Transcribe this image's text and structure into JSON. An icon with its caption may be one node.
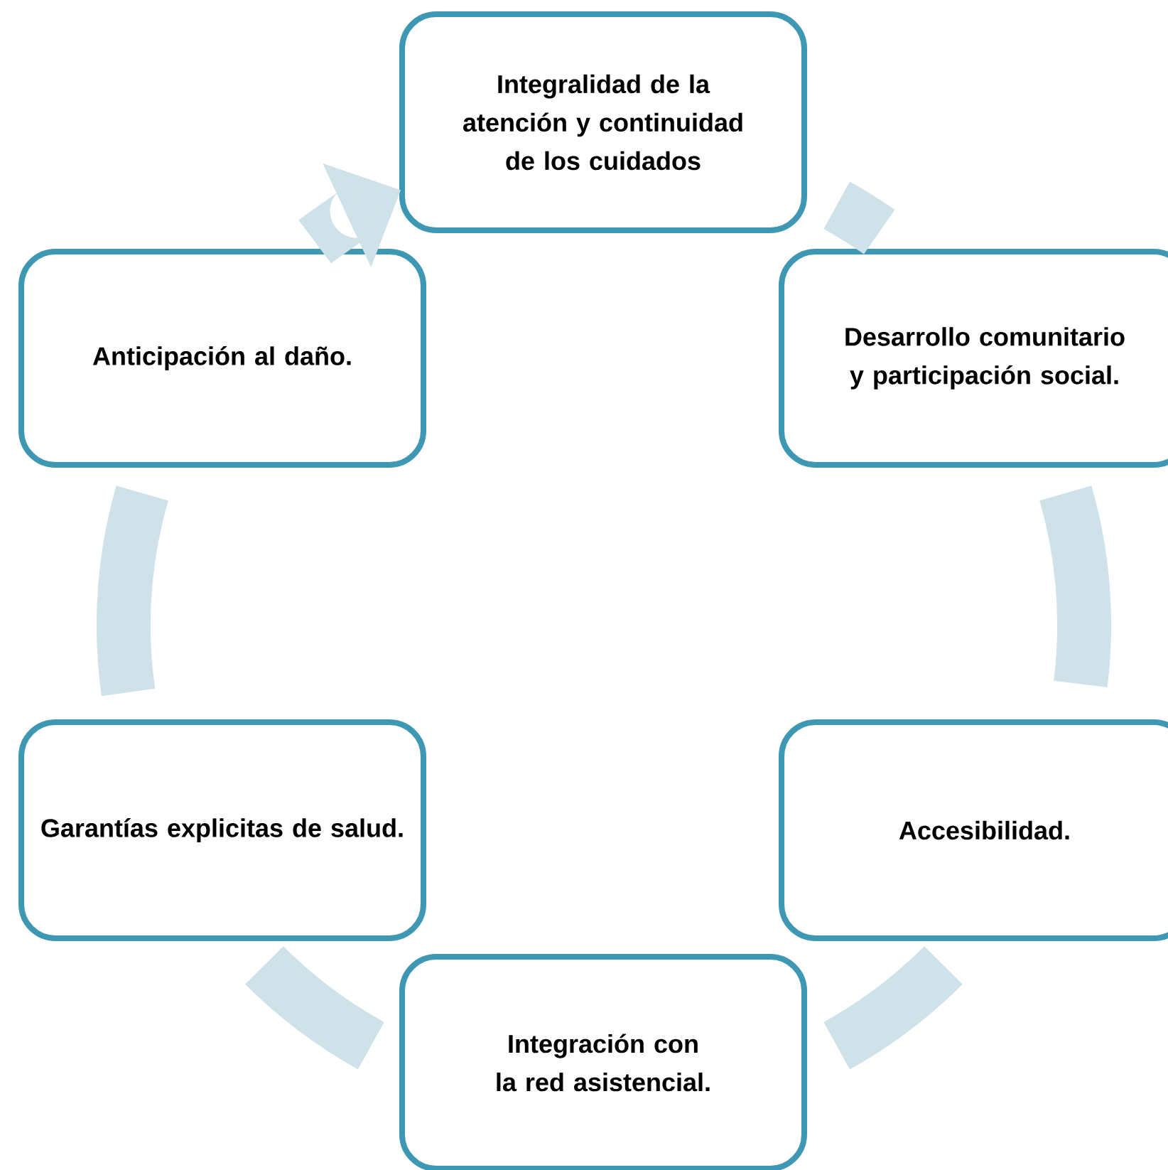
{
  "diagram": {
    "nodes": [
      {
        "text": [
          "Integralidad de la atención y continuidad de los cuidados"
        ]
      },
      {
        "text": [
          "Desarrollo comunitario y participación social."
        ]
      },
      {
        "text": [
          "Accesibilidad."
        ]
      },
      {
        "text": [
          "Integración con la red asistencial."
        ]
      },
      {
        "text": [
          "Garantías explicitas de salud."
        ]
      },
      {
        "text": [
          "Anticipación al daño."
        ]
      }
    ],
    "edges": [
      {
        "from": 0,
        "to": 1,
        "arrow": "none"
      },
      {
        "from": 1,
        "to": 2,
        "arrow": "none"
      },
      {
        "from": 2,
        "to": 3,
        "arrow": "none"
      },
      {
        "from": 3,
        "to": 4,
        "arrow": "none"
      },
      {
        "from": 4,
        "to": 5,
        "arrow": "none"
      },
      {
        "from": 5,
        "to": 0,
        "arrow": "to"
      }
    ]
  }
}
